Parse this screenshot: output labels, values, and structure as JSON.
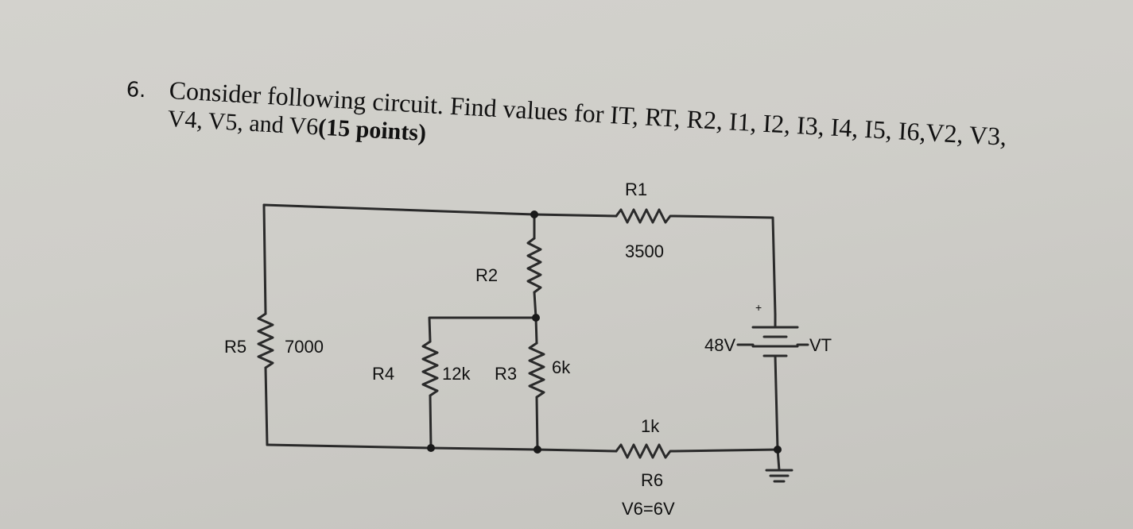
{
  "problem": {
    "number": "6.",
    "line1": "Consider following circuit. Find values for IT, RT, R2, I1, I2, I3, I4, I5, I6,V2, V3,",
    "line2_prefix": "V4, V5, and V6",
    "line2_points": "(15 points)"
  },
  "circuit": {
    "r1_name": "R1",
    "r1_value": "3500",
    "r2_name": "R2",
    "r3_name": "R3",
    "r3_value": "6k",
    "r4_name": "R4",
    "r4_value": "12k",
    "r5_name": "R5",
    "r5_value": "7000",
    "r6_name": "R6",
    "r6_value": "1k",
    "v6_note": "V6=6V",
    "source_value": "48V",
    "source_name": "VT",
    "plus_sign": "+"
  },
  "colors": {
    "wire": "#2a2a2a",
    "ink": "#111111",
    "paper": "#cfcec9"
  }
}
